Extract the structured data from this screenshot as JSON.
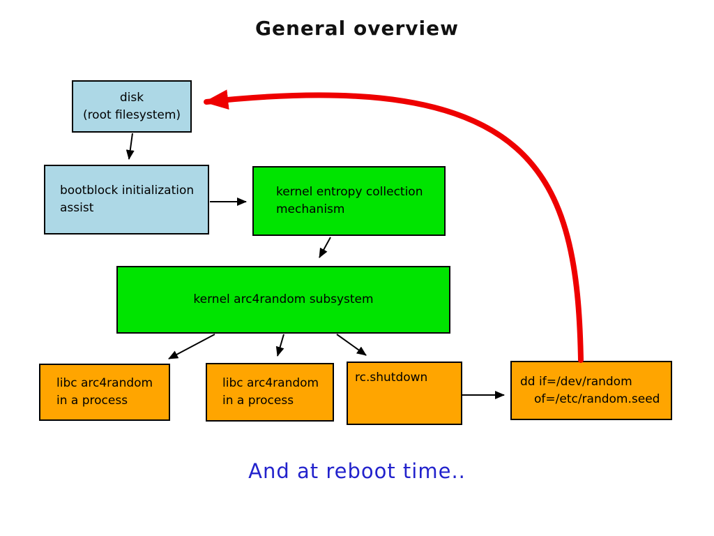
{
  "title": "General overview",
  "footer": "And at reboot time..",
  "nodes": {
    "disk": {
      "lines": [
        "disk",
        "(root filesystem)"
      ],
      "color": "#add8e6"
    },
    "bootblock": {
      "lines": [
        "bootblock initialization",
        "assist"
      ],
      "color": "#add8e6"
    },
    "entropy": {
      "lines": [
        "kernel entropy collection",
        "mechanism"
      ],
      "color": "#00e400"
    },
    "arc4random": {
      "lines": [
        "kernel arc4random subsystem"
      ],
      "color": "#00e400"
    },
    "libc1": {
      "lines": [
        "libc arc4random",
        "in a process"
      ],
      "color": "#ffa500"
    },
    "libc2": {
      "lines": [
        "libc arc4random",
        "in a process"
      ],
      "color": "#ffa500"
    },
    "rc_shutdown": {
      "lines": [
        "rc.shutdown"
      ],
      "color": "#ffa500"
    },
    "dd_seed": {
      "lines": [
        "dd if=/dev/random",
        "of=/etc/random.seed"
      ],
      "color": "#ffa500"
    }
  },
  "edges": [
    {
      "from": "disk",
      "to": "bootblock",
      "style": "black-thin"
    },
    {
      "from": "bootblock",
      "to": "entropy",
      "style": "black-thin"
    },
    {
      "from": "entropy",
      "to": "arc4random",
      "style": "black-thin"
    },
    {
      "from": "arc4random",
      "to": "libc1",
      "style": "black-thin"
    },
    {
      "from": "arc4random",
      "to": "libc2",
      "style": "black-thin"
    },
    {
      "from": "arc4random",
      "to": "rc_shutdown",
      "style": "black-thin"
    },
    {
      "from": "rc_shutdown",
      "to": "dd_seed",
      "style": "black-thin"
    },
    {
      "from": "dd_seed",
      "to": "disk",
      "style": "red-thick-curve"
    }
  ],
  "colors": {
    "box_blue": "#add8e6",
    "box_green": "#00e400",
    "box_orange": "#ffa500",
    "arrow_black": "#000000",
    "arrow_red": "#ee0000",
    "footer_text": "#2222cc",
    "title_text": "#111111"
  }
}
